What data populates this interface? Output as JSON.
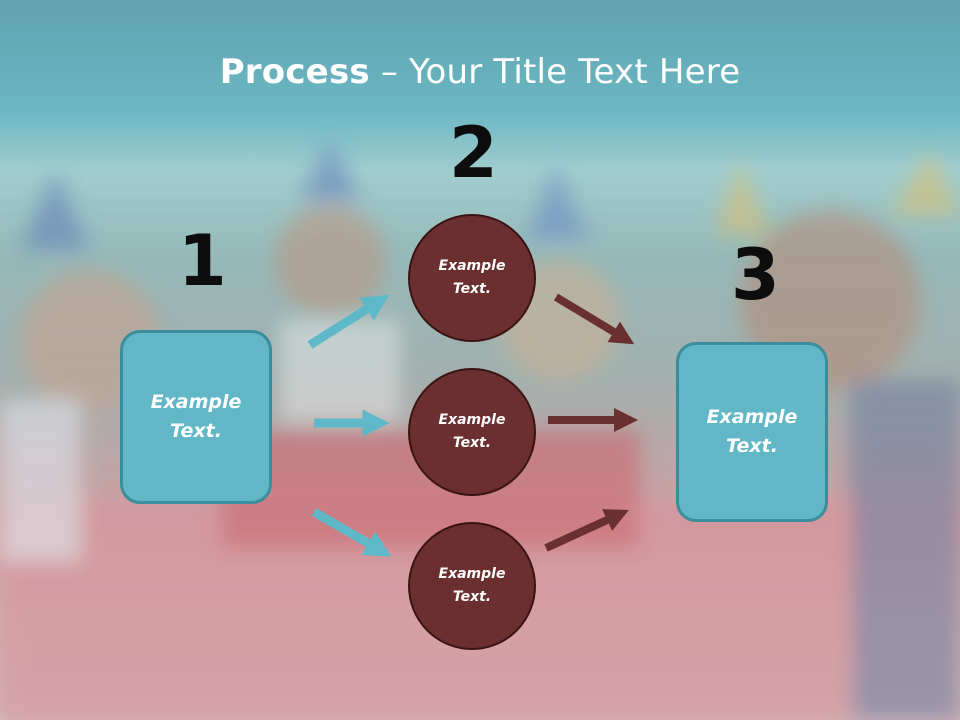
{
  "title": {
    "bold": "Process",
    "rest": " – Your Title Text Here"
  },
  "steps": {
    "one": {
      "number": "1",
      "box_text_l1": "Example",
      "box_text_l2": "Text."
    },
    "two": {
      "number": "2",
      "circles": [
        {
          "l1": "Example",
          "l2": "Text."
        },
        {
          "l1": "Example",
          "l2": "Text."
        },
        {
          "l1": "Example",
          "l2": "Text."
        }
      ]
    },
    "three": {
      "number": "3",
      "box_text_l1": "Example",
      "box_text_l2": "Text."
    }
  },
  "colors": {
    "teal_arrow": "#5fb8c8",
    "brown_arrow": "#6a2f2f",
    "box": "#61b7c6",
    "circle": "#6b2f2f"
  }
}
